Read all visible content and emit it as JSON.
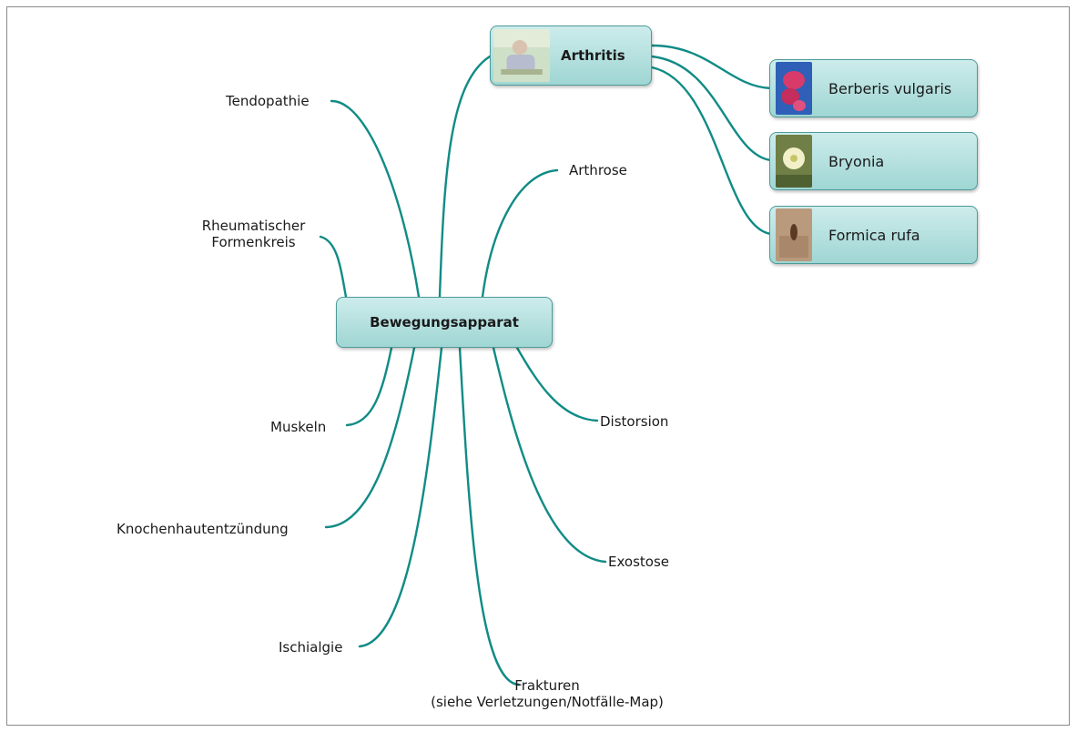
{
  "center": {
    "label": "Bewegungsapparat"
  },
  "arthritis": {
    "label": "Arthritis",
    "photo_icon": "elderly-person-photo",
    "remedies": [
      {
        "label": "Berberis vulgaris",
        "icon": "berberis-flower-photo"
      },
      {
        "label": "Bryonia",
        "icon": "bryonia-flower-photo"
      },
      {
        "label": "Formica rufa",
        "icon": "ant-photo"
      }
    ]
  },
  "branches": {
    "tendopathie": "Tendopathie",
    "rheuma_line1": "Rheumatischer",
    "rheuma_line2": "Formenkreis",
    "arthrose": "Arthrose",
    "muskeln": "Muskeln",
    "distorsion": "Distorsion",
    "knochenhaut": "Knochenhautentzündung",
    "exostose": "Exostose",
    "ischialgie": "Ischialgie",
    "frakturen_line1": "Frakturen",
    "frakturen_line2": "(siehe Verletzungen/Notfälle-Map)"
  },
  "colors": {
    "line": "#118b86",
    "node_fill": "#b4e0de",
    "node_border": "#4e9a98"
  }
}
